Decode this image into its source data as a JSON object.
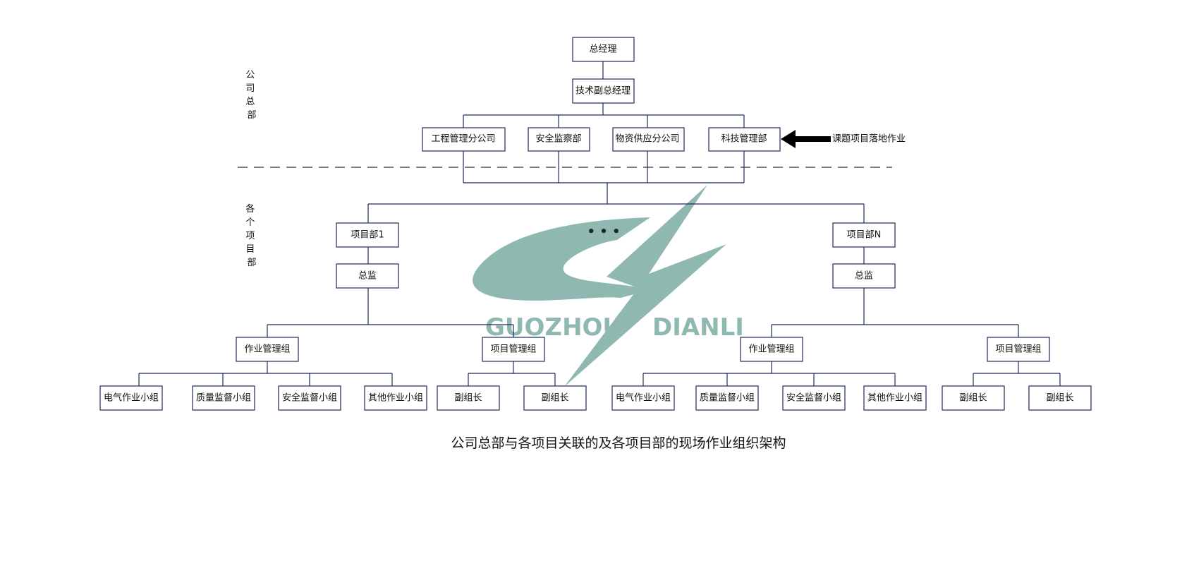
{
  "diagram": {
    "nodes": {
      "gm": "总经理",
      "tech_vgm": "技术副总经理",
      "eng_branch": "工程管理分公司",
      "safety_dept": "安全监察部",
      "supply_branch": "物资供应分公司",
      "tech_dept": "科技管理部",
      "proj1": "项目部1",
      "projN": "项目部N",
      "sup1": "总监",
      "supN": "总监",
      "op_group1": "作业管理组",
      "pm_group1": "项目管理组",
      "op_groupN": "作业管理组",
      "pm_groupN": "项目管理组",
      "elec1": "电气作业小组",
      "qual1": "质量监督小组",
      "safe1": "安全监督小组",
      "other1": "其他作业小组",
      "dep1a": "副组长",
      "dep1b": "副组长",
      "elecN": "电气作业小组",
      "qualN": "质量监督小组",
      "safeN": "安全监督小组",
      "otherN": "其他作业小组",
      "depNa": "副组长",
      "depNb": "副组长"
    },
    "side_labels": {
      "headquarters": [
        "公",
        "司",
        "总",
        "部"
      ],
      "projects": [
        "各",
        "个",
        "项",
        "目",
        "部"
      ]
    },
    "annotation": "课题项目落地作业",
    "ellipsis": "• • •",
    "caption": "公司总部与各项目关联的及各项目部的现场作业组织架构"
  },
  "watermark": {
    "left_text": "GUOZHOU",
    "right_text": "DIANLI",
    "color": "#8fb8b0"
  },
  "colors": {
    "box_stroke": "#1f2a5c",
    "text": "#111111"
  }
}
